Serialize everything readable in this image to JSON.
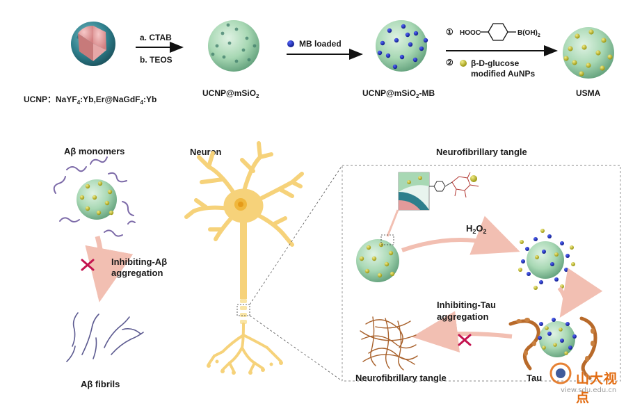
{
  "top_row": {
    "ucnp_label_prefix": "UCNP：NaYF",
    "ucnp_label_sub1": "4",
    "ucnp_label_mid": ":Yb,Er@NaGdF",
    "ucnp_label_sub2": "4",
    "ucnp_label_suffix": ":Yb",
    "step1_a": "a. CTAB",
    "step1_b": "b. TEOS",
    "msio2_label_prefix": "UCNP@mSiO",
    "msio2_label_sub": "2",
    "step2_label": "MB loaded",
    "mb_label_prefix": "UCNP@mSiO",
    "mb_label_sub": "2",
    "mb_label_suffix": "-MB",
    "step3_circle1": "①",
    "step3_hooc": "HOOC",
    "step3_boh_prefix": "B(OH)",
    "step3_boh_sub": "2",
    "step3_circle2": "②",
    "step3_line1": "β-D-glucose",
    "step3_line2": "modified AuNPs",
    "usma_label": "USMA"
  },
  "left_panel": {
    "monomers_label": "Aβ monomers",
    "inhibit_line1": "Inhibiting-Aβ",
    "inhibit_line2": "aggregation",
    "fibrils_label": "Aβ fibrils"
  },
  "neuron_panel": {
    "label": "Neuron"
  },
  "right_panel": {
    "title": "Neurofibrillary tangle",
    "h2o2_prefix": "H",
    "h2o2_sub1": "2",
    "h2o2_mid": "O",
    "h2o2_sub2": "2",
    "inhibit_line1": "Inhibiting-Tau",
    "inhibit_line2": "aggregation",
    "tangle_label": "Neurofibrillary tangle",
    "tau_label": "Tau"
  },
  "watermark": {
    "cn": "山大视点",
    "url": "view.sdu.edu.cn"
  },
  "colors": {
    "shell": "#2e7f8c",
    "core": "#e39a9a",
    "silica": "#a8d8b4",
    "mb_dot": "#1c2fb8",
    "au_dot": "#b8b322",
    "neuron": "#f6d27a",
    "arrow_pink": "#f2bfb2",
    "inhibit_x": "#c4134f",
    "tau_chain": "#b86a2a",
    "fibril": "#6b6aa3"
  }
}
